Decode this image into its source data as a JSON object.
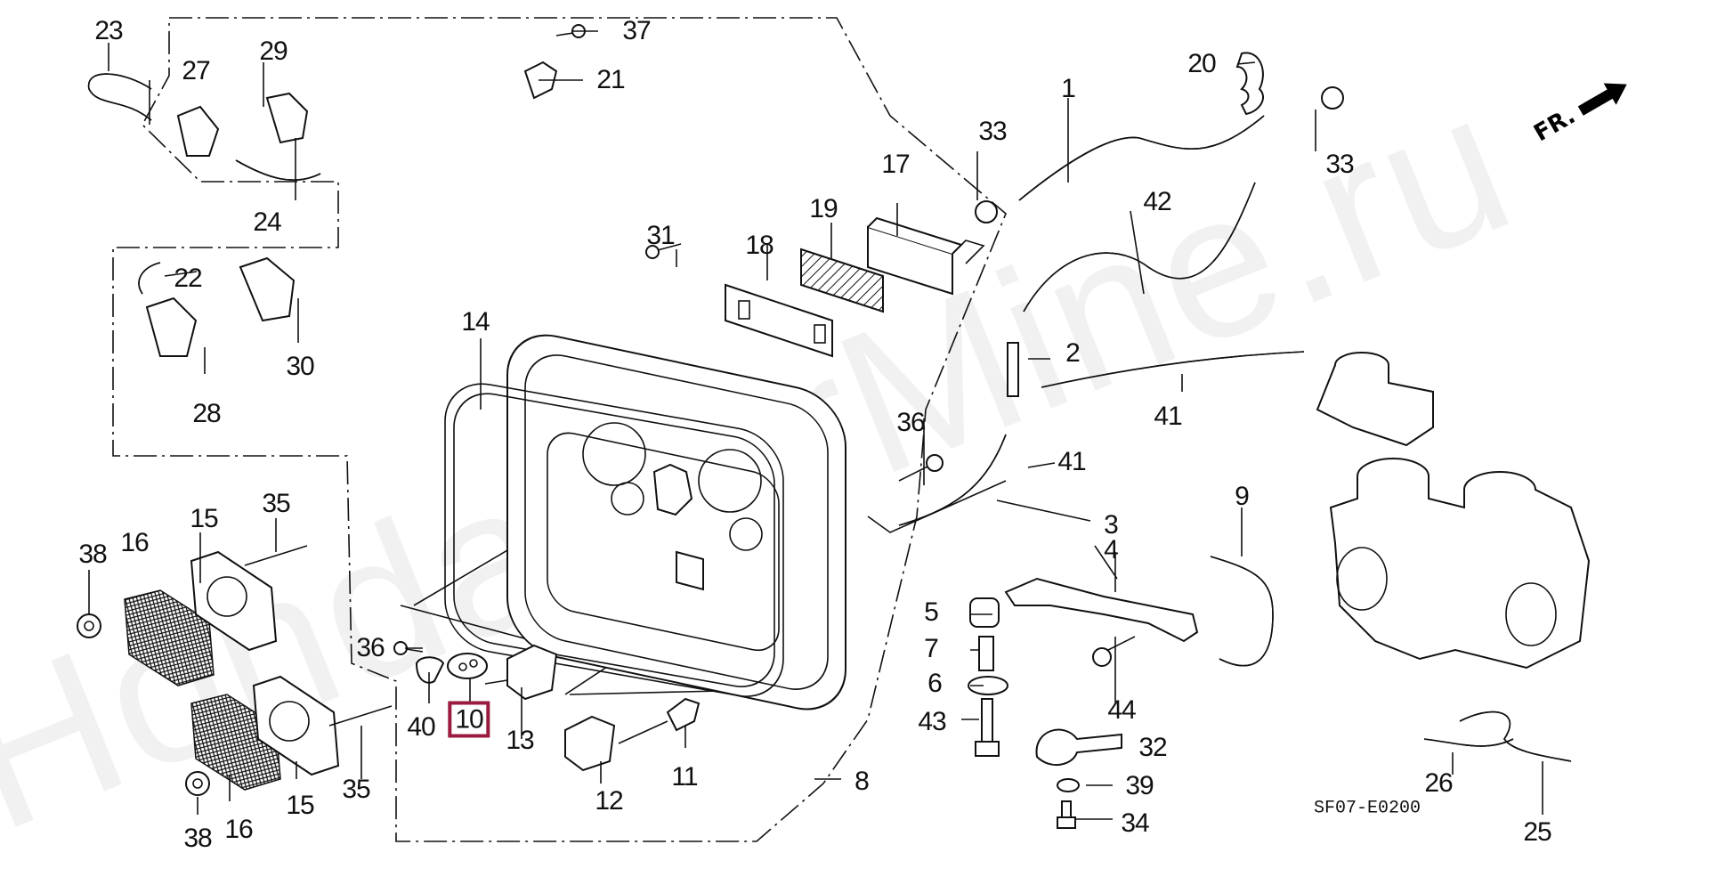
{
  "diagram": {
    "drawing_code": "SF07-E0200",
    "direction_marker": "FR.",
    "watermark": "HondaCarMine.ru",
    "highlight_color": "#9b1b3f",
    "highlighted_part": "10",
    "labels": [
      {
        "id": "1",
        "text": "1"
      },
      {
        "id": "2",
        "text": "2"
      },
      {
        "id": "3",
        "text": "3"
      },
      {
        "id": "4",
        "text": "4"
      },
      {
        "id": "5",
        "text": "5"
      },
      {
        "id": "6",
        "text": "6"
      },
      {
        "id": "7",
        "text": "7"
      },
      {
        "id": "8",
        "text": "8"
      },
      {
        "id": "9",
        "text": "9"
      },
      {
        "id": "10",
        "text": "10"
      },
      {
        "id": "11",
        "text": "11"
      },
      {
        "id": "12",
        "text": "12"
      },
      {
        "id": "13",
        "text": "13"
      },
      {
        "id": "14",
        "text": "14"
      },
      {
        "id": "15a",
        "text": "15"
      },
      {
        "id": "15b",
        "text": "15"
      },
      {
        "id": "16a",
        "text": "16"
      },
      {
        "id": "16b",
        "text": "16"
      },
      {
        "id": "17",
        "text": "17"
      },
      {
        "id": "18",
        "text": "18"
      },
      {
        "id": "19",
        "text": "19"
      },
      {
        "id": "20",
        "text": "20"
      },
      {
        "id": "21",
        "text": "21"
      },
      {
        "id": "22",
        "text": "22"
      },
      {
        "id": "23",
        "text": "23"
      },
      {
        "id": "24",
        "text": "24"
      },
      {
        "id": "25",
        "text": "25"
      },
      {
        "id": "26",
        "text": "26"
      },
      {
        "id": "27",
        "text": "27"
      },
      {
        "id": "28",
        "text": "28"
      },
      {
        "id": "29",
        "text": "29"
      },
      {
        "id": "30",
        "text": "30"
      },
      {
        "id": "31",
        "text": "31"
      },
      {
        "id": "32",
        "text": "32"
      },
      {
        "id": "33a",
        "text": "33"
      },
      {
        "id": "33b",
        "text": "33"
      },
      {
        "id": "34",
        "text": "34"
      },
      {
        "id": "35a",
        "text": "35"
      },
      {
        "id": "35b",
        "text": "35"
      },
      {
        "id": "36a",
        "text": "36"
      },
      {
        "id": "36b",
        "text": "36"
      },
      {
        "id": "37",
        "text": "37"
      },
      {
        "id": "38a",
        "text": "38"
      },
      {
        "id": "38b",
        "text": "38"
      },
      {
        "id": "39",
        "text": "39"
      },
      {
        "id": "40",
        "text": "40"
      },
      {
        "id": "41a",
        "text": "41"
      },
      {
        "id": "41b",
        "text": "41"
      },
      {
        "id": "42",
        "text": "42"
      },
      {
        "id": "43",
        "text": "43"
      },
      {
        "id": "44",
        "text": "44"
      }
    ]
  }
}
